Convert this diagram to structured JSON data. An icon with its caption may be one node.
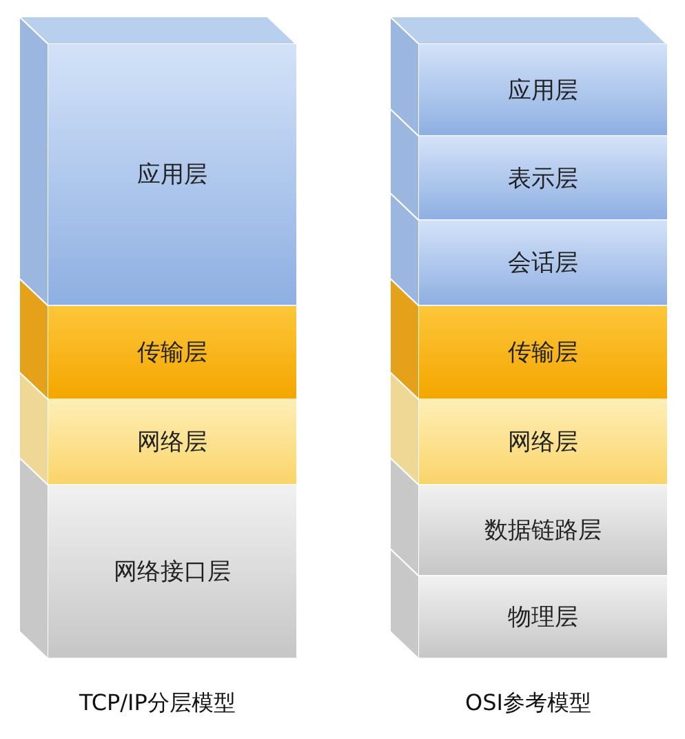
{
  "diagram": {
    "nodes": [
      {
        "text": [
          "应用层"
        ]
      },
      {
        "text": [
          "传输层"
        ]
      },
      {
        "text": [
          "网络层"
        ]
      },
      {
        "text": [
          "网络接口层"
        ]
      },
      {
        "text": [
          "应用层"
        ]
      },
      {
        "text": [
          "表示层"
        ]
      },
      {
        "text": [
          "会话层"
        ]
      },
      {
        "text": [
          "传输层"
        ]
      },
      {
        "text": [
          "网络层"
        ]
      },
      {
        "text": [
          "数据链路层"
        ]
      },
      {
        "text": [
          "物理层"
        ]
      }
    ],
    "labels": [
      "TCP/IP分层模型",
      "OSI参考模型"
    ]
  }
}
